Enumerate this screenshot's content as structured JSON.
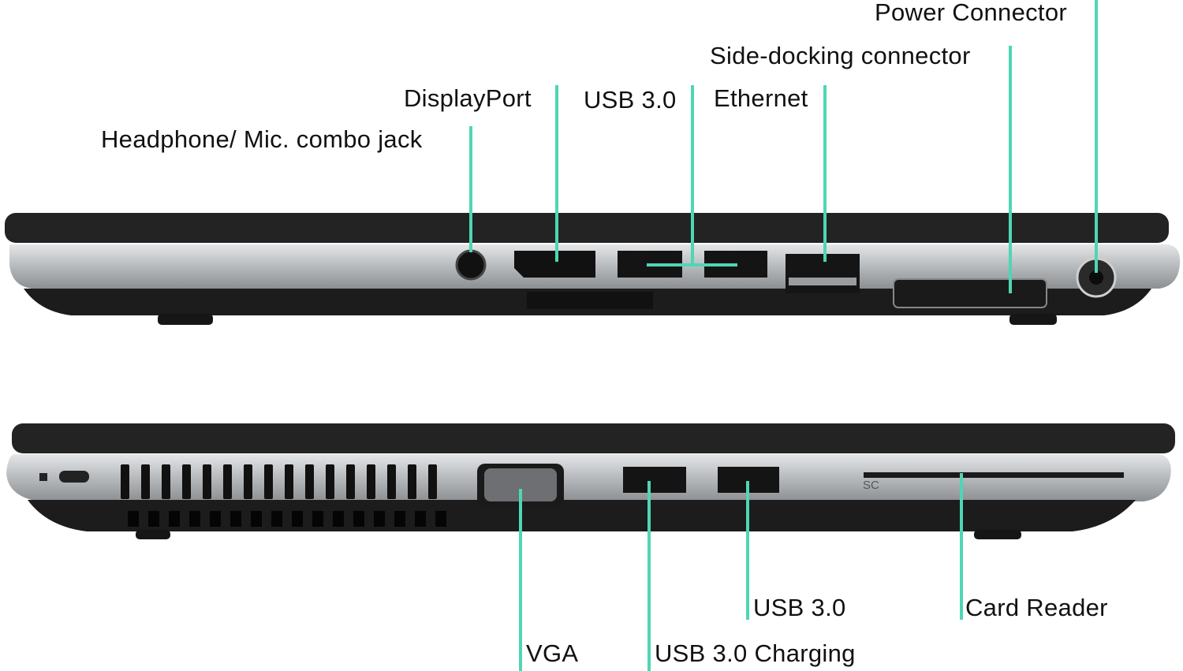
{
  "colors": {
    "leader": "#4fd6b4",
    "chassis_dark": "#1f1f1f",
    "chassis_silver": "#b9bcbf"
  },
  "top_view": {
    "labels": {
      "power": "Power Connector",
      "side_docking": "Side-docking connector",
      "displayport": "DisplayPort",
      "usb": "USB 3.0",
      "ethernet": "Ethernet",
      "headphone": "Headphone/ Mic. combo jack"
    }
  },
  "bottom_view": {
    "labels": {
      "usb": "USB 3.0",
      "card_reader": "Card Reader",
      "vga": "VGA",
      "usb_charging": "USB 3.0 Charging"
    },
    "card_slot_marking": "SC"
  }
}
